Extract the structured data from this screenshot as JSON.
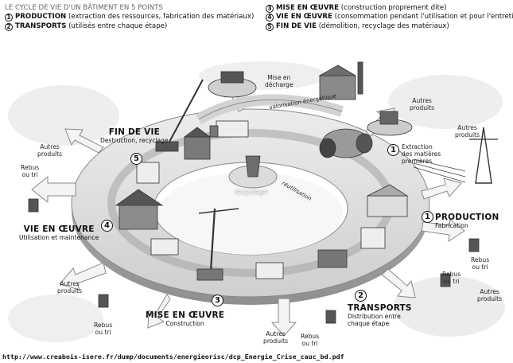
{
  "legend": {
    "title": "LE CYCLE DE VIE D'UN BÂTIMENT EN 5 POINTS",
    "items": [
      {
        "num": "1",
        "name": "PRODUCTION",
        "desc": "(extraction des ressources, fabrication des matériaux)"
      },
      {
        "num": "2",
        "name": "TRANSPORTS",
        "desc": "(utilisés entre chaque étape)"
      },
      {
        "num": "3",
        "name": "MISE EN ŒUVRE",
        "desc": "(construction proprement dite)"
      },
      {
        "num": "4",
        "name": "VIE EN ŒUVRE",
        "desc": "(consommation pendant l'utilisation et pour l'entretien)"
      },
      {
        "num": "5",
        "name": "FIN DE VIE",
        "desc": "(démolition, recyclage des matériaux)"
      }
    ]
  },
  "stages": {
    "production": {
      "num": "1",
      "title": "PRODUCTION",
      "subtitle": "Fabrication"
    },
    "transports": {
      "num": "2",
      "title": "TRANSPORTS",
      "subtitle_l1": "Distribution entre",
      "subtitle_l2": "chaque étape"
    },
    "mise_en_oeuvre": {
      "num": "3",
      "title": "MISE EN ŒUVRE",
      "subtitle": "Construction"
    },
    "vie_en_oeuvre": {
      "num": "4",
      "title": "VIE EN ŒUVRE",
      "subtitle": "Utilisation et maintenance"
    },
    "fin_de_vie": {
      "num": "5",
      "title": "FIN DE VIE",
      "subtitle": "Destruction, recyclage"
    },
    "extraction": {
      "num": "1",
      "l1": "Extraction",
      "l2": "des matières",
      "l3": "premières"
    }
  },
  "labels": {
    "mise_en_decharge_l1": "Mise en",
    "mise_en_decharge_l2": "décharge",
    "valorisation": "valorisation énergétique",
    "recyclage": "recyclage",
    "reutilisation": "réutilisation",
    "autres_l1": "Autres",
    "autres_l2": "produits",
    "rebus_l1": "Rebus",
    "rebus_l2": "ou tri"
  },
  "url": "http://www.creabois-isere.fr/dump/documents/energieorisc/dcp_Energie_Crise_cauc_bd.pdf"
}
